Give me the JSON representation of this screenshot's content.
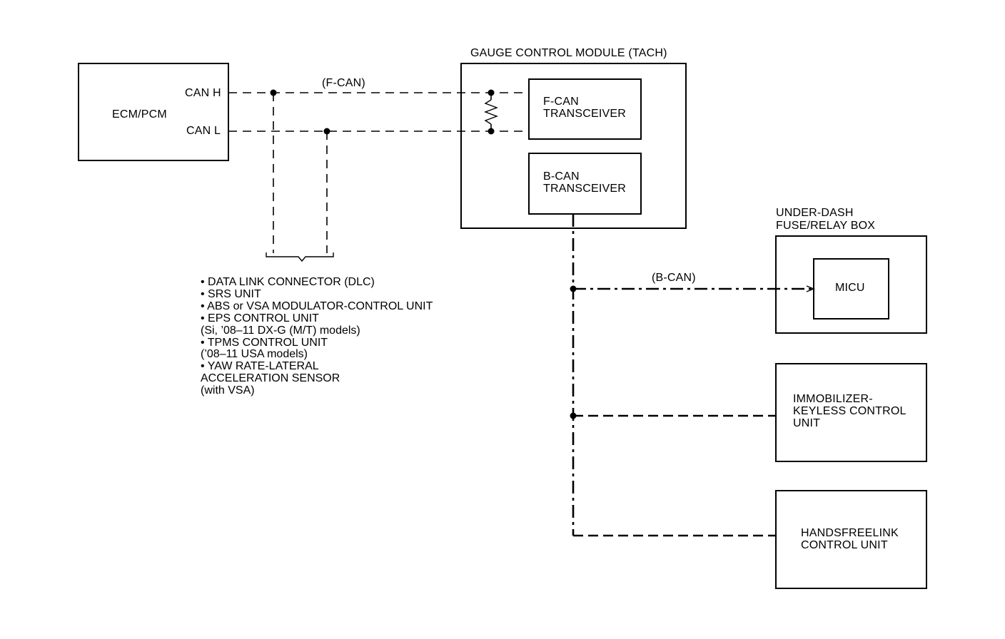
{
  "modules": {
    "ecm": {
      "name": "ECM/PCM",
      "can_h": "CAN H",
      "can_l": "CAN L"
    },
    "gauge": {
      "title": "GAUGE CONTROL MODULE (TACH)"
    },
    "fcan_transceiver": {
      "line1": "F-CAN",
      "line2": "TRANSCEIVER"
    },
    "bcan_transceiver": {
      "line1": "B-CAN",
      "line2": "TRANSCEIVER"
    },
    "fuse_box": {
      "line1": "UNDER-DASH",
      "line2": "FUSE/RELAY BOX"
    },
    "micu": {
      "name": "MICU"
    },
    "immobilizer": {
      "line1": "IMMOBILIZER-",
      "line2": "KEYLESS CONTROL",
      "line3": "UNIT"
    },
    "handsfreelink": {
      "line1": "HANDSFREELINK",
      "line2": "CONTROL UNIT"
    }
  },
  "bus_labels": {
    "fcan": "(F-CAN)",
    "bcan": "(B-CAN)"
  },
  "dlc_list": [
    "• DATA LINK CONNECTOR (DLC)",
    "• SRS UNIT",
    "• ABS or VSA MODULATOR-CONTROL UNIT",
    "• EPS CONTROL UNIT",
    "(Si, ’08–11 DX-G (M/T) models)",
    "• TPMS CONTROL UNIT",
    "(’08–11 USA models)",
    "• YAW RATE-LATERAL",
    "ACCELERATION SENSOR",
    "(with VSA)"
  ]
}
